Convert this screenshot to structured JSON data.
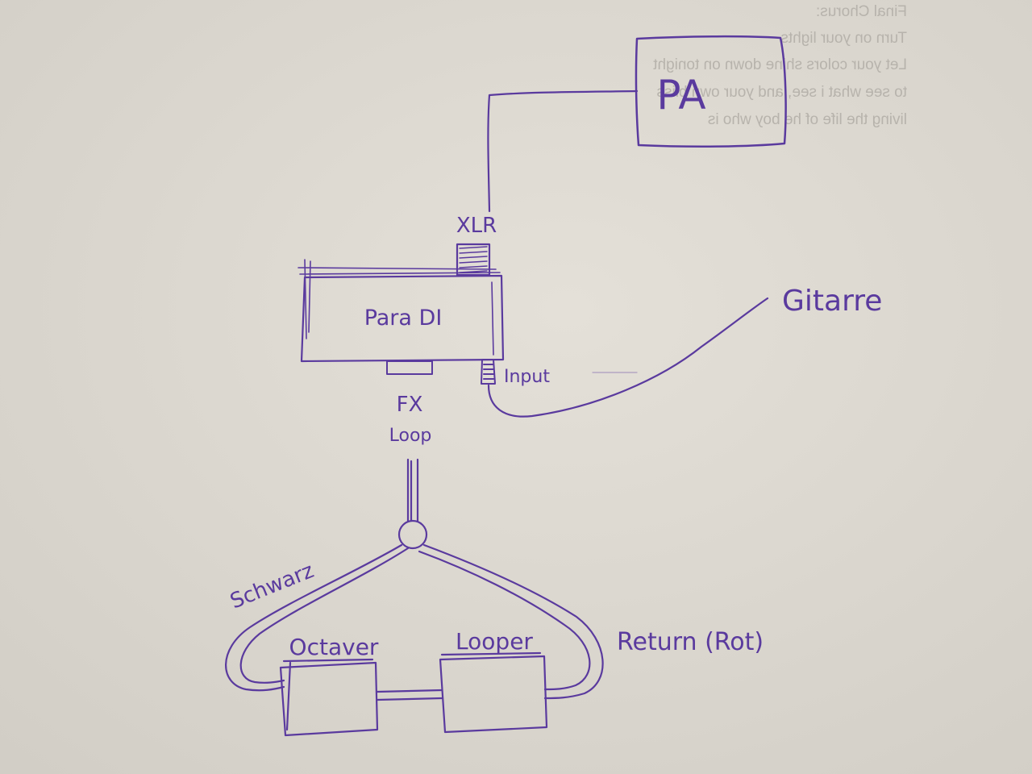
{
  "colors": {
    "paper": "#dedad2",
    "ink": "#5a3a9e",
    "ghost_text": "#b7b3ac"
  },
  "bleed_through_lines": [
    "Final Chorus:",
    "Turn on your lights",
    "Let your colors shine down on tonight",
    "to see what i see, and your own bliss",
    "living the life of he boy who is"
  ],
  "nodes": {
    "pa": "PA",
    "xlr": "XLR",
    "para_di": "Para DI",
    "input": "Input",
    "gitarre": "Gitarre",
    "fx": "FX",
    "loop": "Loop",
    "octaver": "Octaver",
    "looper": "Looper",
    "send": "Schwarz",
    "return": "Return (Rot)"
  }
}
